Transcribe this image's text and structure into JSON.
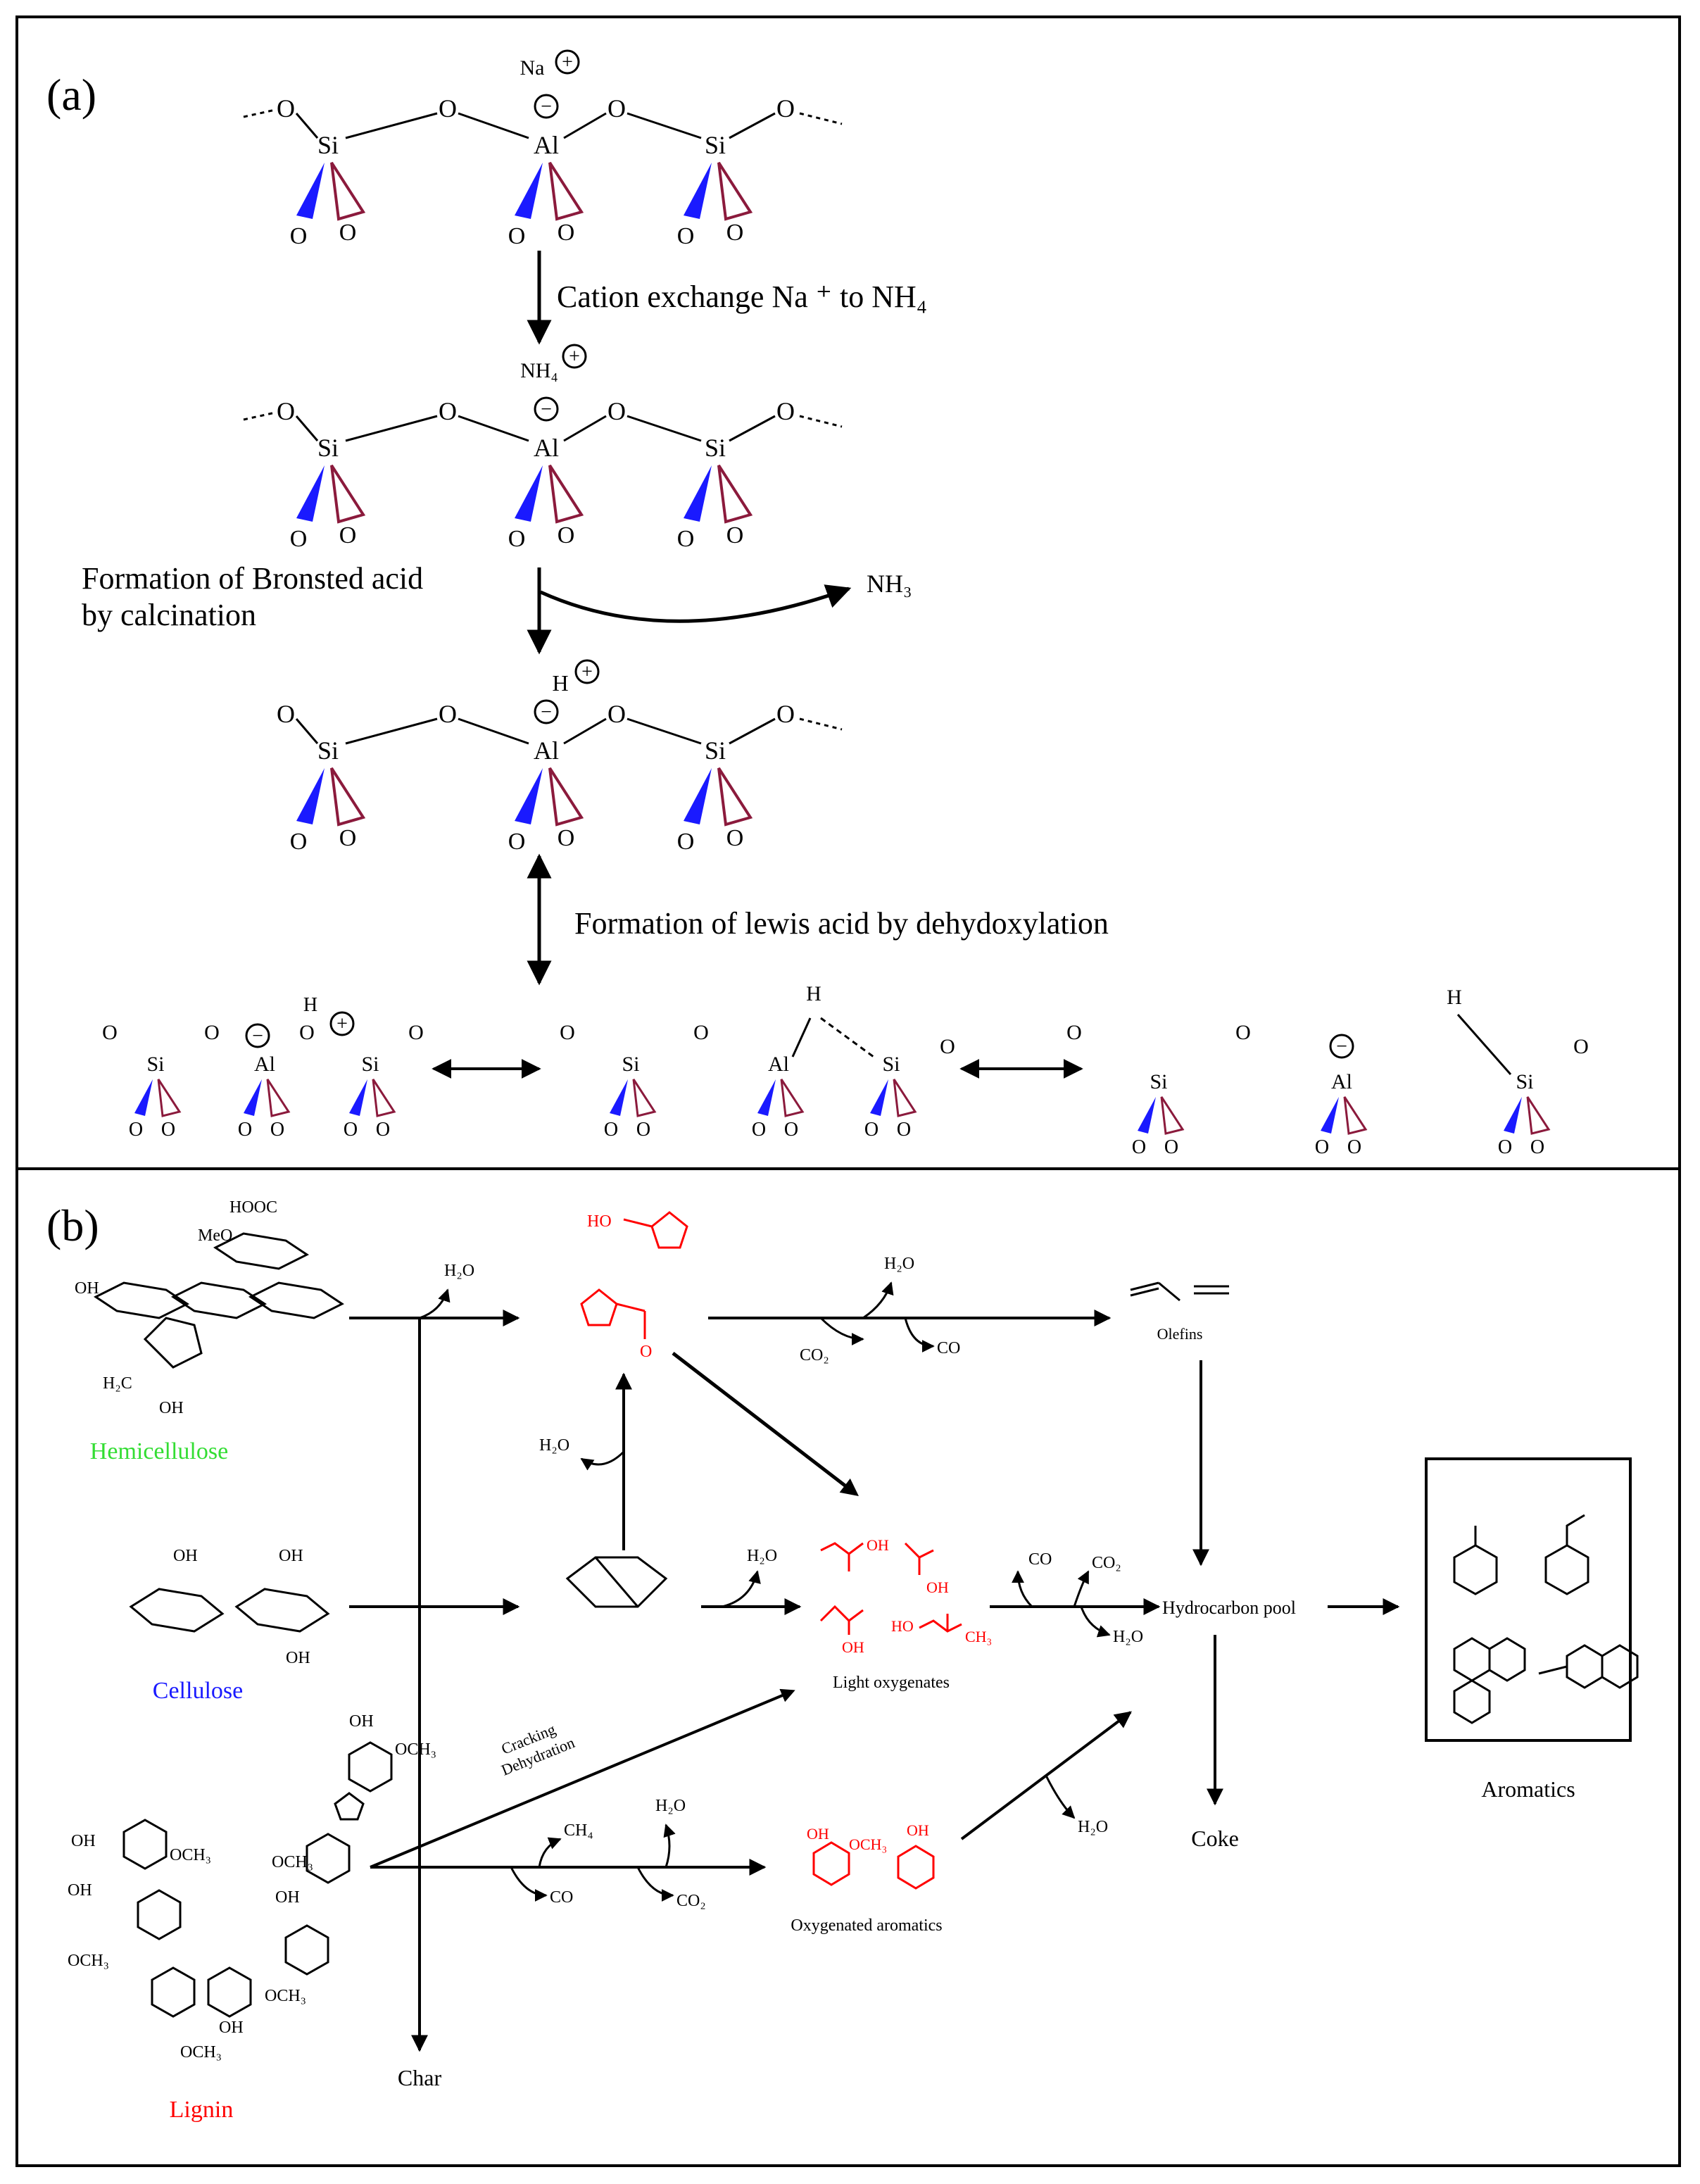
{
  "panel_a": {
    "label": "(a)",
    "atoms": {
      "o": "O",
      "si": "Si",
      "al": "Al",
      "h": "H",
      "na": "Na",
      "nh4": "NH₄",
      "plus": "+",
      "minus": "−"
    },
    "step1": "Cation exchange Na ⁺ to NH₄",
    "step2_line1": "Formation of Bronsted acid",
    "step2_line2": "by calcination",
    "nh3": "NH₃",
    "step3": "Formation of lewis acid by dehydoxylation"
  },
  "panel_b": {
    "label": "(b)",
    "hemicellulose": "Hemicellulose",
    "cellulose": "Cellulose",
    "lignin": "Lignin",
    "char": "Char",
    "olefins": "Olefins",
    "light_oxygenates": "Light oxygenates",
    "oxygenated_aromatics": "Oxygenated aromatics",
    "hydrocarbon_pool": "Hydrocarbon pool",
    "coke": "Coke",
    "aromatics": "Aromatics",
    "cracking": "Cracking",
    "dehydration": "Dehydration",
    "h2o": "H₂O",
    "co": "CO",
    "co2": "CO₂",
    "ch4": "CH₄",
    "hooc": "HOOC",
    "meo": "MeO",
    "oh": "OH",
    "ho": "HO",
    "och3": "OCH₃",
    "ch3": "CH₃",
    "h2c": "H₂C",
    "o": "O"
  },
  "colors": {
    "blue_wedge": "#1a1aff",
    "maroon_wedge": "#8b1a3c",
    "red": "#ff0000",
    "green": "#33dd33",
    "blue_text": "#1a1aff"
  }
}
